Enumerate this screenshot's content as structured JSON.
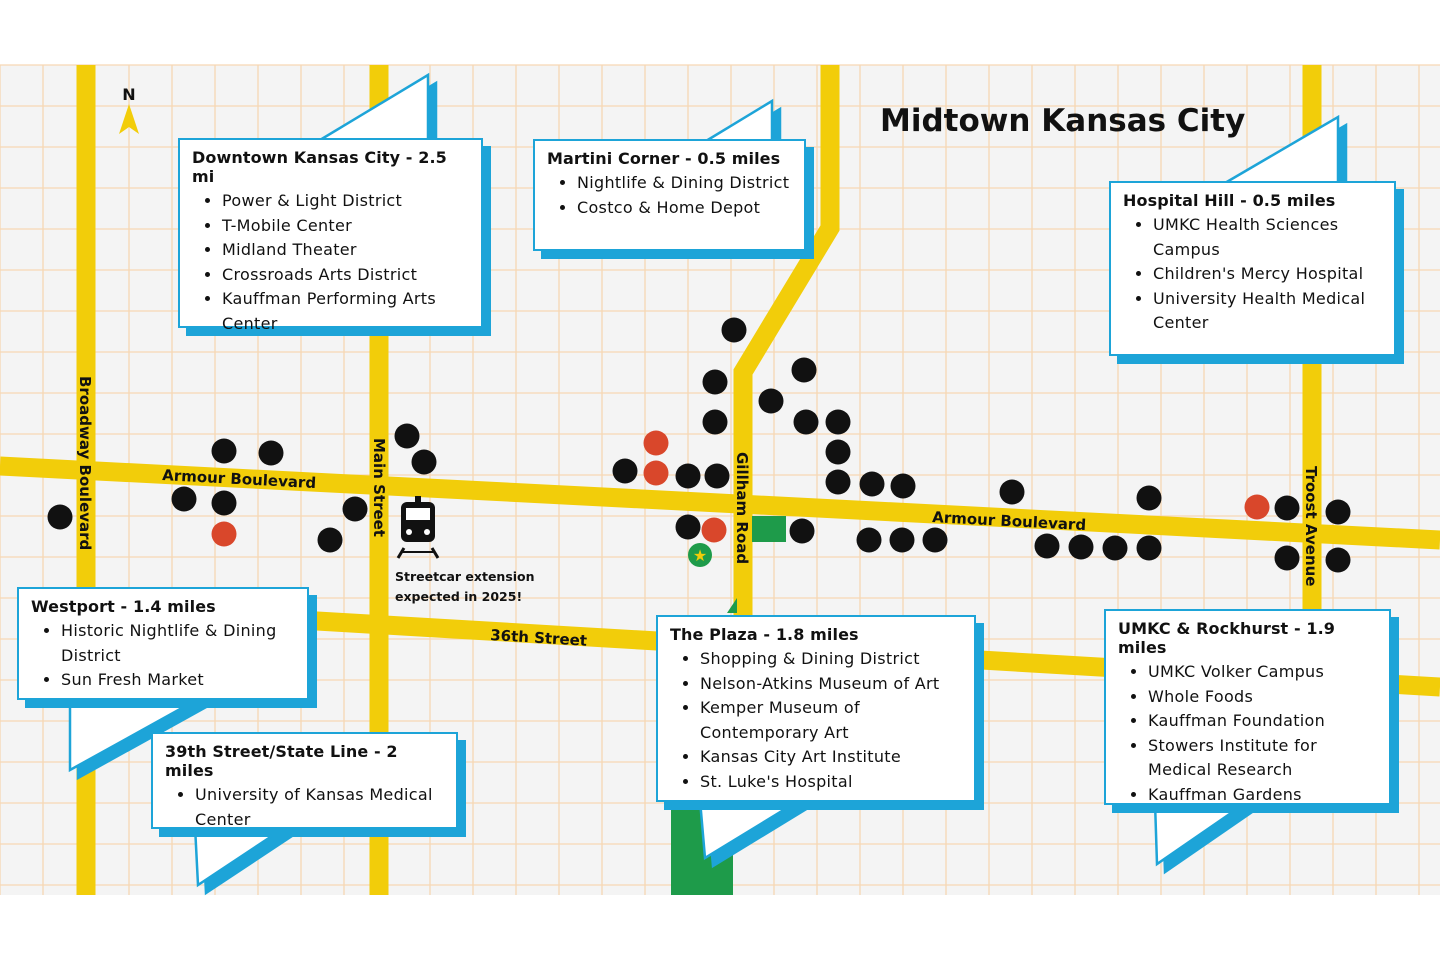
{
  "map": {
    "title": "Midtown Kansas City",
    "north_label": "N",
    "colors": {
      "road": "#f2cd0a",
      "grid": "#f6d7b4",
      "background": "#f4f4f4",
      "callout_border": "#1da4d8",
      "dot_black": "#111111",
      "dot_red": "#d9472b",
      "park": "#1e9b4a",
      "star": "#1e9b4a"
    },
    "roads": {
      "broadway": "Broadway Boulevard",
      "main": "Main Street",
      "gillham": "Gillham Road",
      "troost": "Troost Avenue",
      "armour_west": "Armour Boulevard",
      "armour_east": "Armour Boulevard",
      "street36": "36th Street"
    },
    "streetcar_note": {
      "line1": "Streetcar extension",
      "line2": "expected in 2025!"
    }
  },
  "callouts": [
    {
      "id": "downtown",
      "title": "Downtown Kansas City - 2.5 mi",
      "items": [
        "Power & Light District",
        "T-Mobile Center",
        "Midland Theater",
        "Crossroads Arts District",
        "Kauffman Performing Arts Center"
      ]
    },
    {
      "id": "martini",
      "title": "Martini Corner - 0.5 miles",
      "items": [
        "Nightlife & Dining District",
        "Costco & Home Depot"
      ]
    },
    {
      "id": "hospital",
      "title": "Hospital Hill - 0.5 miles",
      "items": [
        "UMKC Health Sciences Campus",
        "Children's Mercy Hospital",
        "University Health Medical Center"
      ]
    },
    {
      "id": "westport",
      "title": "Westport - 1.4 miles",
      "items": [
        "Historic Nightlife & Dining District",
        "Sun Fresh Market"
      ]
    },
    {
      "id": "state_line",
      "title": "39th Street/State Line - 2 miles",
      "items": [
        "University of Kansas Medical Center"
      ]
    },
    {
      "id": "plaza",
      "title": "The Plaza - 1.8 miles",
      "items": [
        "Shopping & Dining District",
        "Nelson-Atkins Museum of Art",
        "Kemper Museum of Contemporary Art",
        "Kansas City Art Institute",
        "St. Luke's Hospital"
      ]
    },
    {
      "id": "umkc",
      "title": "UMKC & Rockhurst - 1.9 miles",
      "items": [
        "UMKC Volker Campus",
        "Whole Foods",
        "Kauffman Foundation",
        "Stowers Institute for Medical Research",
        "Kauffman Gardens"
      ]
    }
  ]
}
